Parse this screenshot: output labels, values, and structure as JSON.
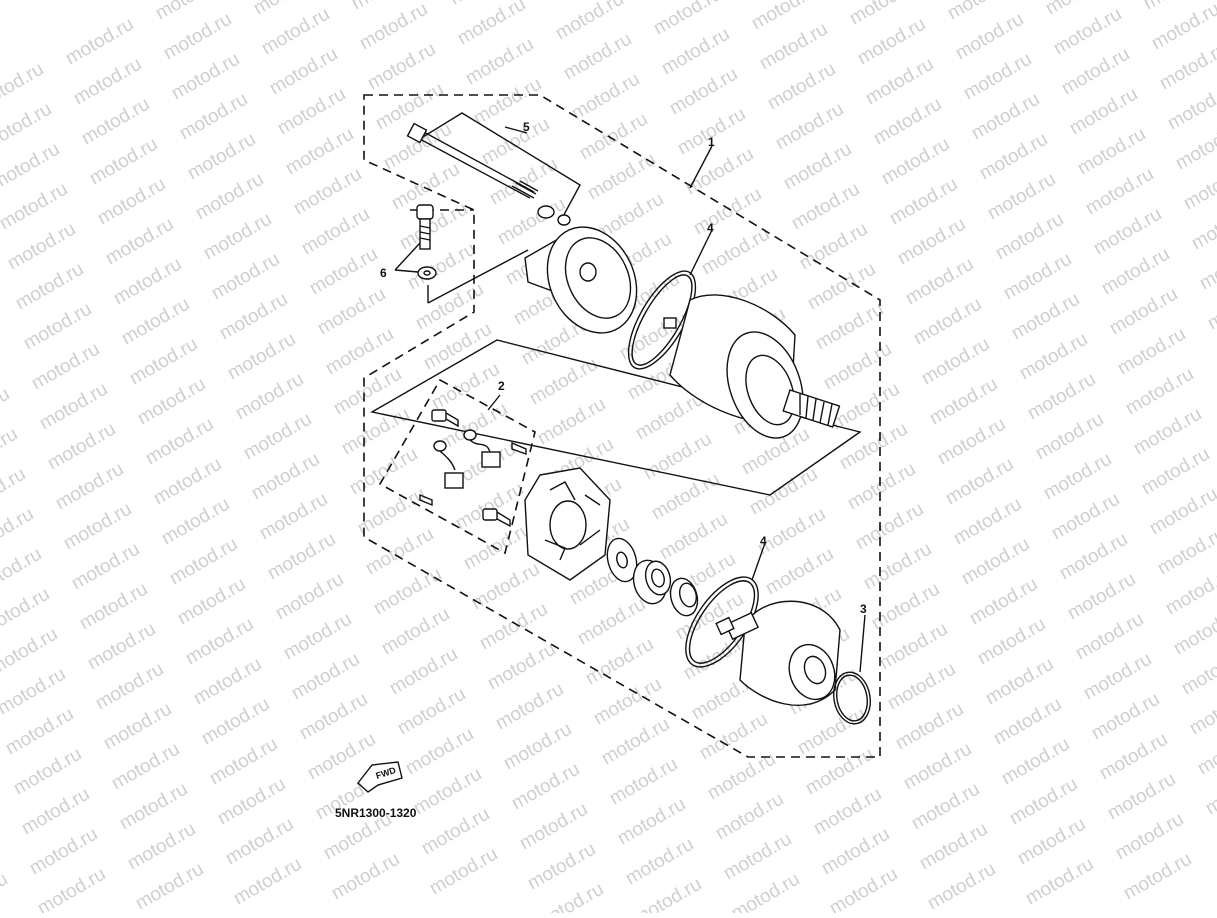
{
  "watermark": {
    "text": "motod.ru",
    "color": "#cfcfcf"
  },
  "callouts": [
    {
      "id": "1",
      "label": "1"
    },
    {
      "id": "2",
      "label": "2"
    },
    {
      "id": "3",
      "label": "3"
    },
    {
      "id": "4a",
      "label": "4"
    },
    {
      "id": "4b",
      "label": "4"
    },
    {
      "id": "5",
      "label": "5"
    },
    {
      "id": "6",
      "label": "6"
    }
  ],
  "fwd_label": "FWD",
  "diagram_code": "5NR1300-1320"
}
